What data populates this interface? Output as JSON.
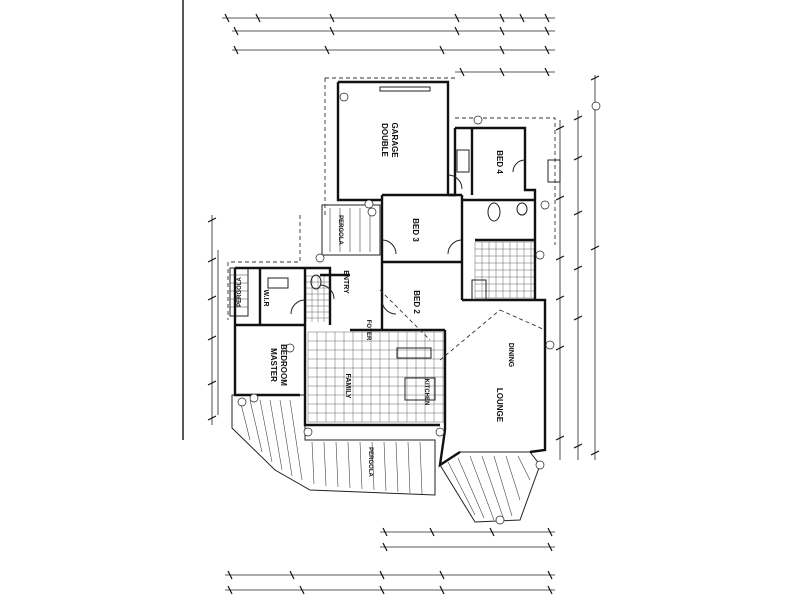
{
  "rooms": {
    "garage_l1": "DOUBLE",
    "garage_l2": "GARAGE",
    "bed4": "BED 4",
    "bed3": "BED 3",
    "bed2": "BED 2",
    "entry": "ENTRY",
    "foyer": "FOYER",
    "master_l1": "MASTER",
    "master_l2": "BEDROOM",
    "family": "FAMILY",
    "kitchen": "KITCHEN",
    "dining": "DINING",
    "lounge": "LOUNGE",
    "wir": "W.I.R",
    "pergola_left": "PERGOLA",
    "pergola_upper": "PERGOLA",
    "pergola_lower": "PERGOLA"
  }
}
